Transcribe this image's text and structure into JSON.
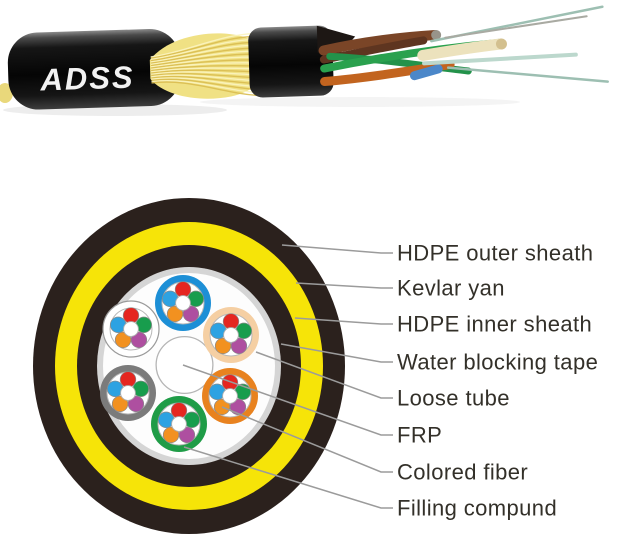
{
  "photo": {
    "cable_marking": "ADSS"
  },
  "diagram": {
    "labels": [
      {
        "text": "HDPE outer sheath"
      },
      {
        "text": "Kevlar yan"
      },
      {
        "text": "HDPE inner sheath"
      },
      {
        "text": "Water blocking tape"
      },
      {
        "text": "Loose tube"
      },
      {
        "text": "FRP"
      },
      {
        "text": "Colored fiber"
      },
      {
        "text": "Filling compund"
      }
    ],
    "ring_colors": {
      "sheath_black": "#2b211d",
      "kevlar_yellow": "#f6e408",
      "tape_gray": "#d5d5d5",
      "interior_white": "#fdfdfd"
    },
    "tubes": [
      {
        "name": "blue loose tube",
        "color": "#1d8fd6"
      },
      {
        "name": "tan loose tube",
        "color": "#f5cfa3"
      },
      {
        "name": "orange loose tube",
        "color": "#e8821f"
      },
      {
        "name": "green loose tube",
        "color": "#1f9c47"
      },
      {
        "name": "gray loose tube",
        "color": "#7b7b7b"
      },
      {
        "name": "white loose tube",
        "color": "#ffffff"
      }
    ],
    "fiber_colors": {
      "red": "#e52620",
      "green": "#189d4d",
      "purple": "#ae4fa0",
      "orange": "#f29120",
      "blue": "#2da2e2",
      "center_white": "#ffffff"
    },
    "frp_color": "#ffffff"
  },
  "colors": {
    "background": "#ffffff",
    "leader_line": "#9b9b9b",
    "label_text": "#333029",
    "photo_kevlar": "#f0e184"
  }
}
